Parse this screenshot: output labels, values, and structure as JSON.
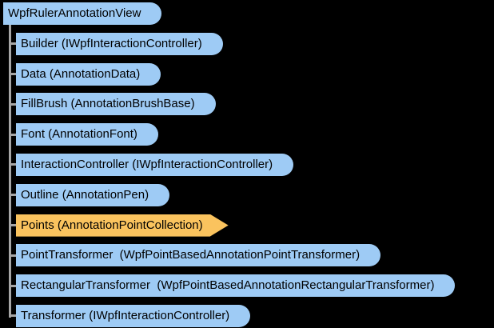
{
  "colors": {
    "background": "#000000",
    "node_fill": "#9ECBF5",
    "selected_fill": "#FAC35E",
    "connector": "#A6A6A6",
    "text": "#000000"
  },
  "tree": {
    "root": {
      "label": "WpfRulerAnnotationView"
    },
    "children": [
      {
        "label": "Builder (IWpfInteractionController)"
      },
      {
        "label": "Data (AnnotationData)"
      },
      {
        "label": "FillBrush (AnnotationBrushBase)"
      },
      {
        "label": "Font (AnnotationFont)"
      },
      {
        "label": "InteractionController (IWpfInteractionController)"
      },
      {
        "label": "Outline (AnnotationPen)"
      },
      {
        "label": "Points (AnnotationPointCollection)",
        "selected": true
      },
      {
        "label": "PointTransformer  (WpfPointBasedAnnotationPointTransformer)"
      },
      {
        "label": "RectangularTransformer  (WpfPointBasedAnnotationRectangularTransformer)"
      },
      {
        "label": "Transformer (IWpfInteractionController)"
      }
    ]
  }
}
